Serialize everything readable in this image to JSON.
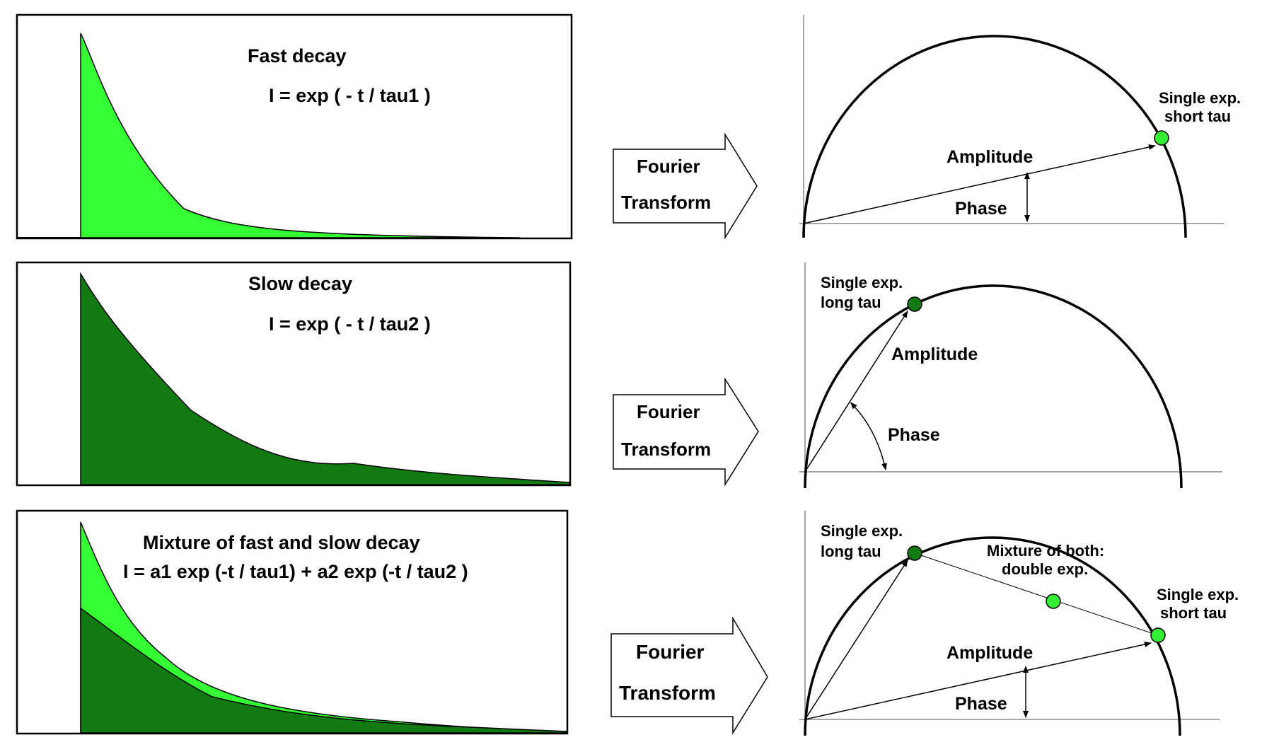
{
  "colors": {
    "fast": "#33ff33",
    "slow": "#117a11",
    "fast_dot": "#33ee33",
    "slow_dot": "#117a11",
    "stroke": "#000000"
  },
  "panels": [
    {
      "title": "Fast decay",
      "equation": "I = exp ( - t / tau1 )",
      "arrow_line1": "Fourier",
      "arrow_line2": "Transform",
      "amplitude_label": "Amplitude",
      "phase_label": "Phase",
      "point_line1": "Single exp.",
      "point_line2": "short tau"
    },
    {
      "title": "Slow decay",
      "equation": "I = exp ( - t / tau2 )",
      "arrow_line1": "Fourier",
      "arrow_line2": "Transform",
      "amplitude_label": "Amplitude",
      "phase_label": "Phase",
      "point_line1": "Single exp.",
      "point_line2": "long tau"
    },
    {
      "title": "Mixture of fast and slow decay",
      "equation": "I = a1 exp (-t / tau1) + a2 exp (-t / tau2 )",
      "arrow_line1": "Fourier",
      "arrow_line2": "Transform",
      "amplitude_label": "Amplitude",
      "phase_label": "Phase",
      "long_line1": "Single exp.",
      "long_line2": "long tau",
      "mix_line1": "Mixture of both:",
      "mix_line2": "double exp.",
      "short_line1": "Single exp.",
      "short_line2": "short tau"
    }
  ]
}
